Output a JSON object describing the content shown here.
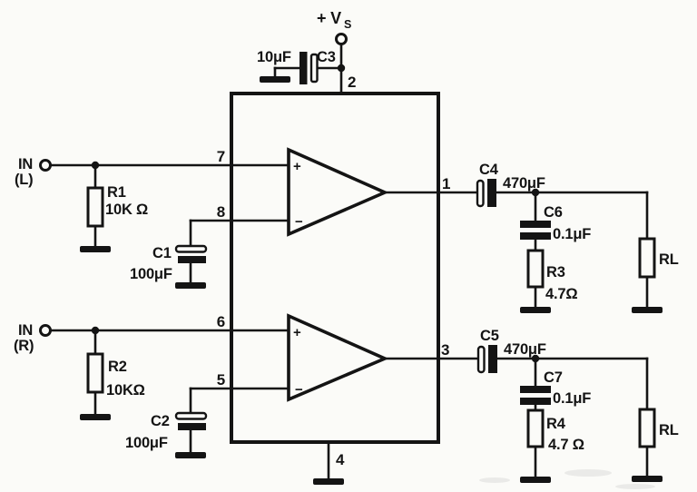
{
  "colors": {
    "ink": "#141414",
    "paper": "#fbfbf8"
  },
  "supply": {
    "label": "+ V",
    "sub": "S",
    "cap_ref": "C3",
    "cap_value": "10μF",
    "pin": "2"
  },
  "ic": {
    "opamp_plus": "+",
    "opamp_minus": "−",
    "pins": {
      "out_l": "1",
      "supply": "2",
      "out_r": "3",
      "gnd": "4",
      "inv_r": "5",
      "in_r": "6",
      "in_l": "7",
      "inv_l": "8"
    }
  },
  "left_channel": {
    "input_line1": "IN",
    "input_line2": "(L)",
    "r_ref": "R1",
    "r_value": "10K Ω",
    "c_ref": "C1",
    "c_value": "100μF"
  },
  "right_channel": {
    "input_line1": "IN",
    "input_line2": "(R)",
    "r_ref": "R2",
    "r_value": "10KΩ",
    "c_ref": "C2",
    "c_value": "100μF"
  },
  "output_l": {
    "coupling_ref": "C4",
    "coupling_value": "470μF",
    "zobel_c_ref": "C6",
    "zobel_c_value": "0.1μF",
    "zobel_r_ref": "R3",
    "zobel_r_value": "4.7Ω",
    "load": "RL"
  },
  "output_r": {
    "coupling_ref": "C5",
    "coupling_value": "470μF",
    "zobel_c_ref": "C7",
    "zobel_c_value": "0.1μF",
    "zobel_r_ref": "R4",
    "zobel_r_value": "4.7 Ω",
    "load": "RL"
  }
}
